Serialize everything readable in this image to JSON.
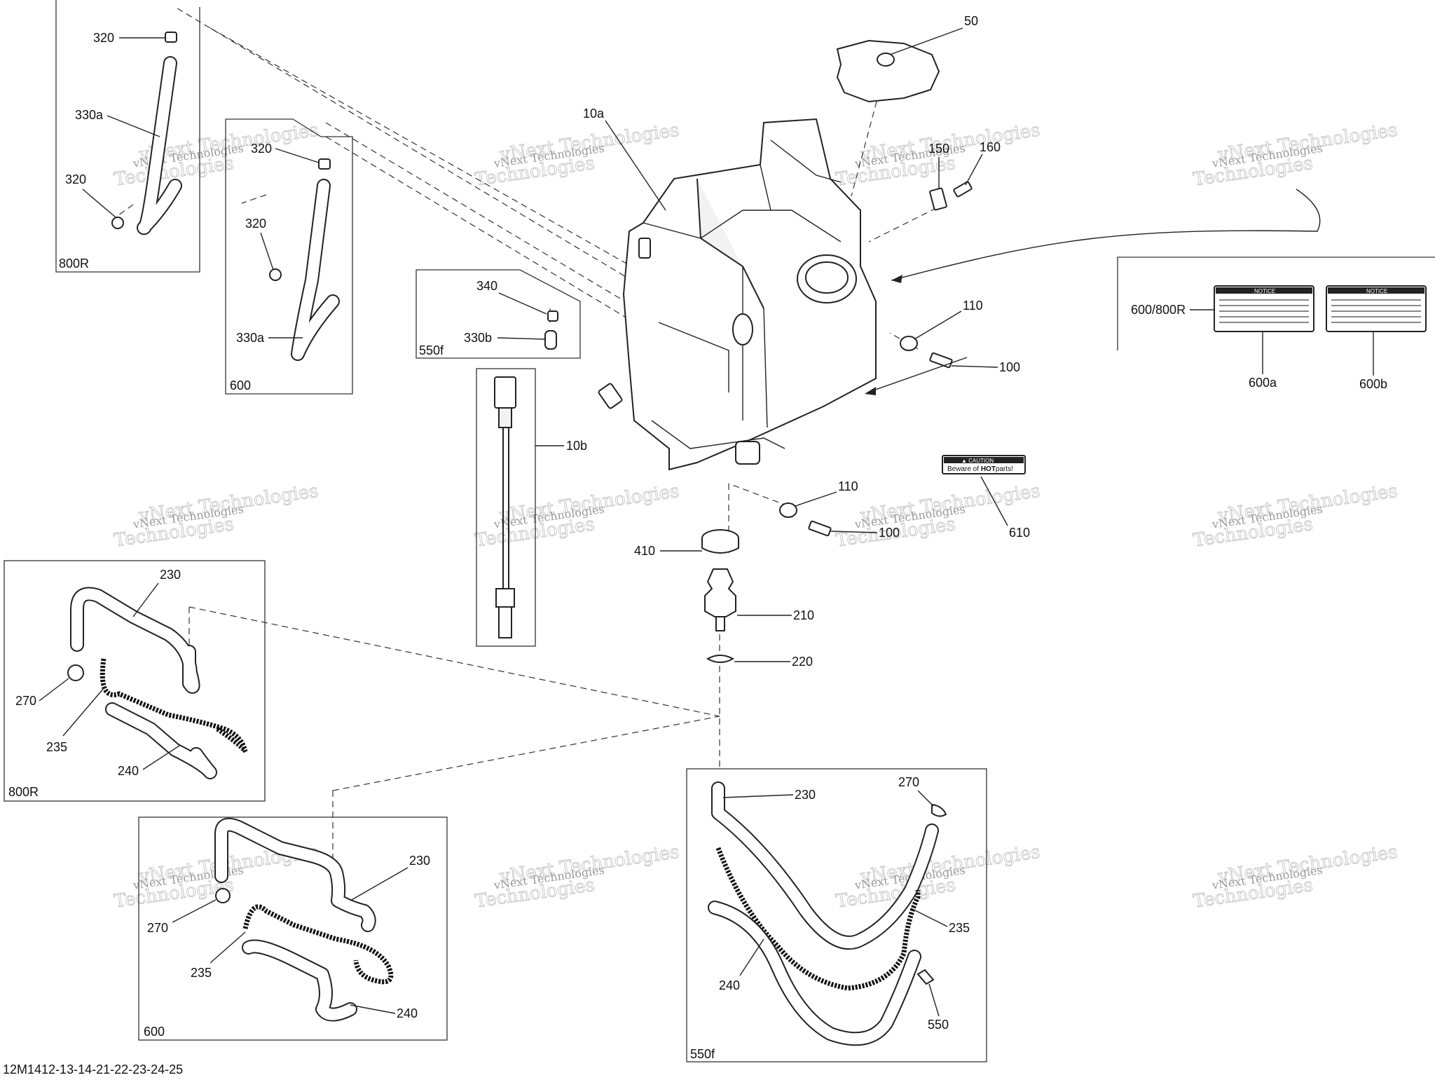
{
  "watermark": {
    "line1": "vNext Technologies",
    "line2": "Technologies",
    "line3": "vNext Technologies"
  },
  "boxes": {
    "b800r_top": "800R",
    "b600_top": "600",
    "b550f_top": "550f",
    "b800r_bottom": "800R",
    "b600_bottom": "600",
    "b550f_bottom": "550f",
    "b_decal": "600/800R"
  },
  "labels": {
    "p320_a": "320",
    "p330a_a": "330a",
    "p320_b": "320",
    "p320_c": "320",
    "p320_d": "320",
    "p330a_b": "330a",
    "p340": "340",
    "p330b": "330b",
    "p10a": "10a",
    "p10b": "10b",
    "p50": "50",
    "p150": "150",
    "p160": "160",
    "p110_a": "110",
    "p100_a": "100",
    "p110_b": "110",
    "p100_b": "100",
    "p610": "610",
    "p410": "410",
    "p210": "210",
    "p220": "220",
    "p600a": "600a",
    "p600b": "600b",
    "p230_a": "230",
    "p270_a": "270",
    "p235_a": "235",
    "p240_a": "240",
    "p230_b": "230",
    "p270_b": "270",
    "p235_b": "235",
    "p240_b": "240",
    "p230_c": "230",
    "p270_c": "270",
    "p235_c": "235",
    "p240_c": "240",
    "p550": "550"
  },
  "decals": {
    "notice_title": "NOTICE",
    "caution_title": "▲ CAUTION",
    "caution_text_a": "Beware of ",
    "caution_text_b": "HOT",
    "caution_text_c": "parts!"
  },
  "footer": "12M1412-13-14-21-22-23-24-25"
}
